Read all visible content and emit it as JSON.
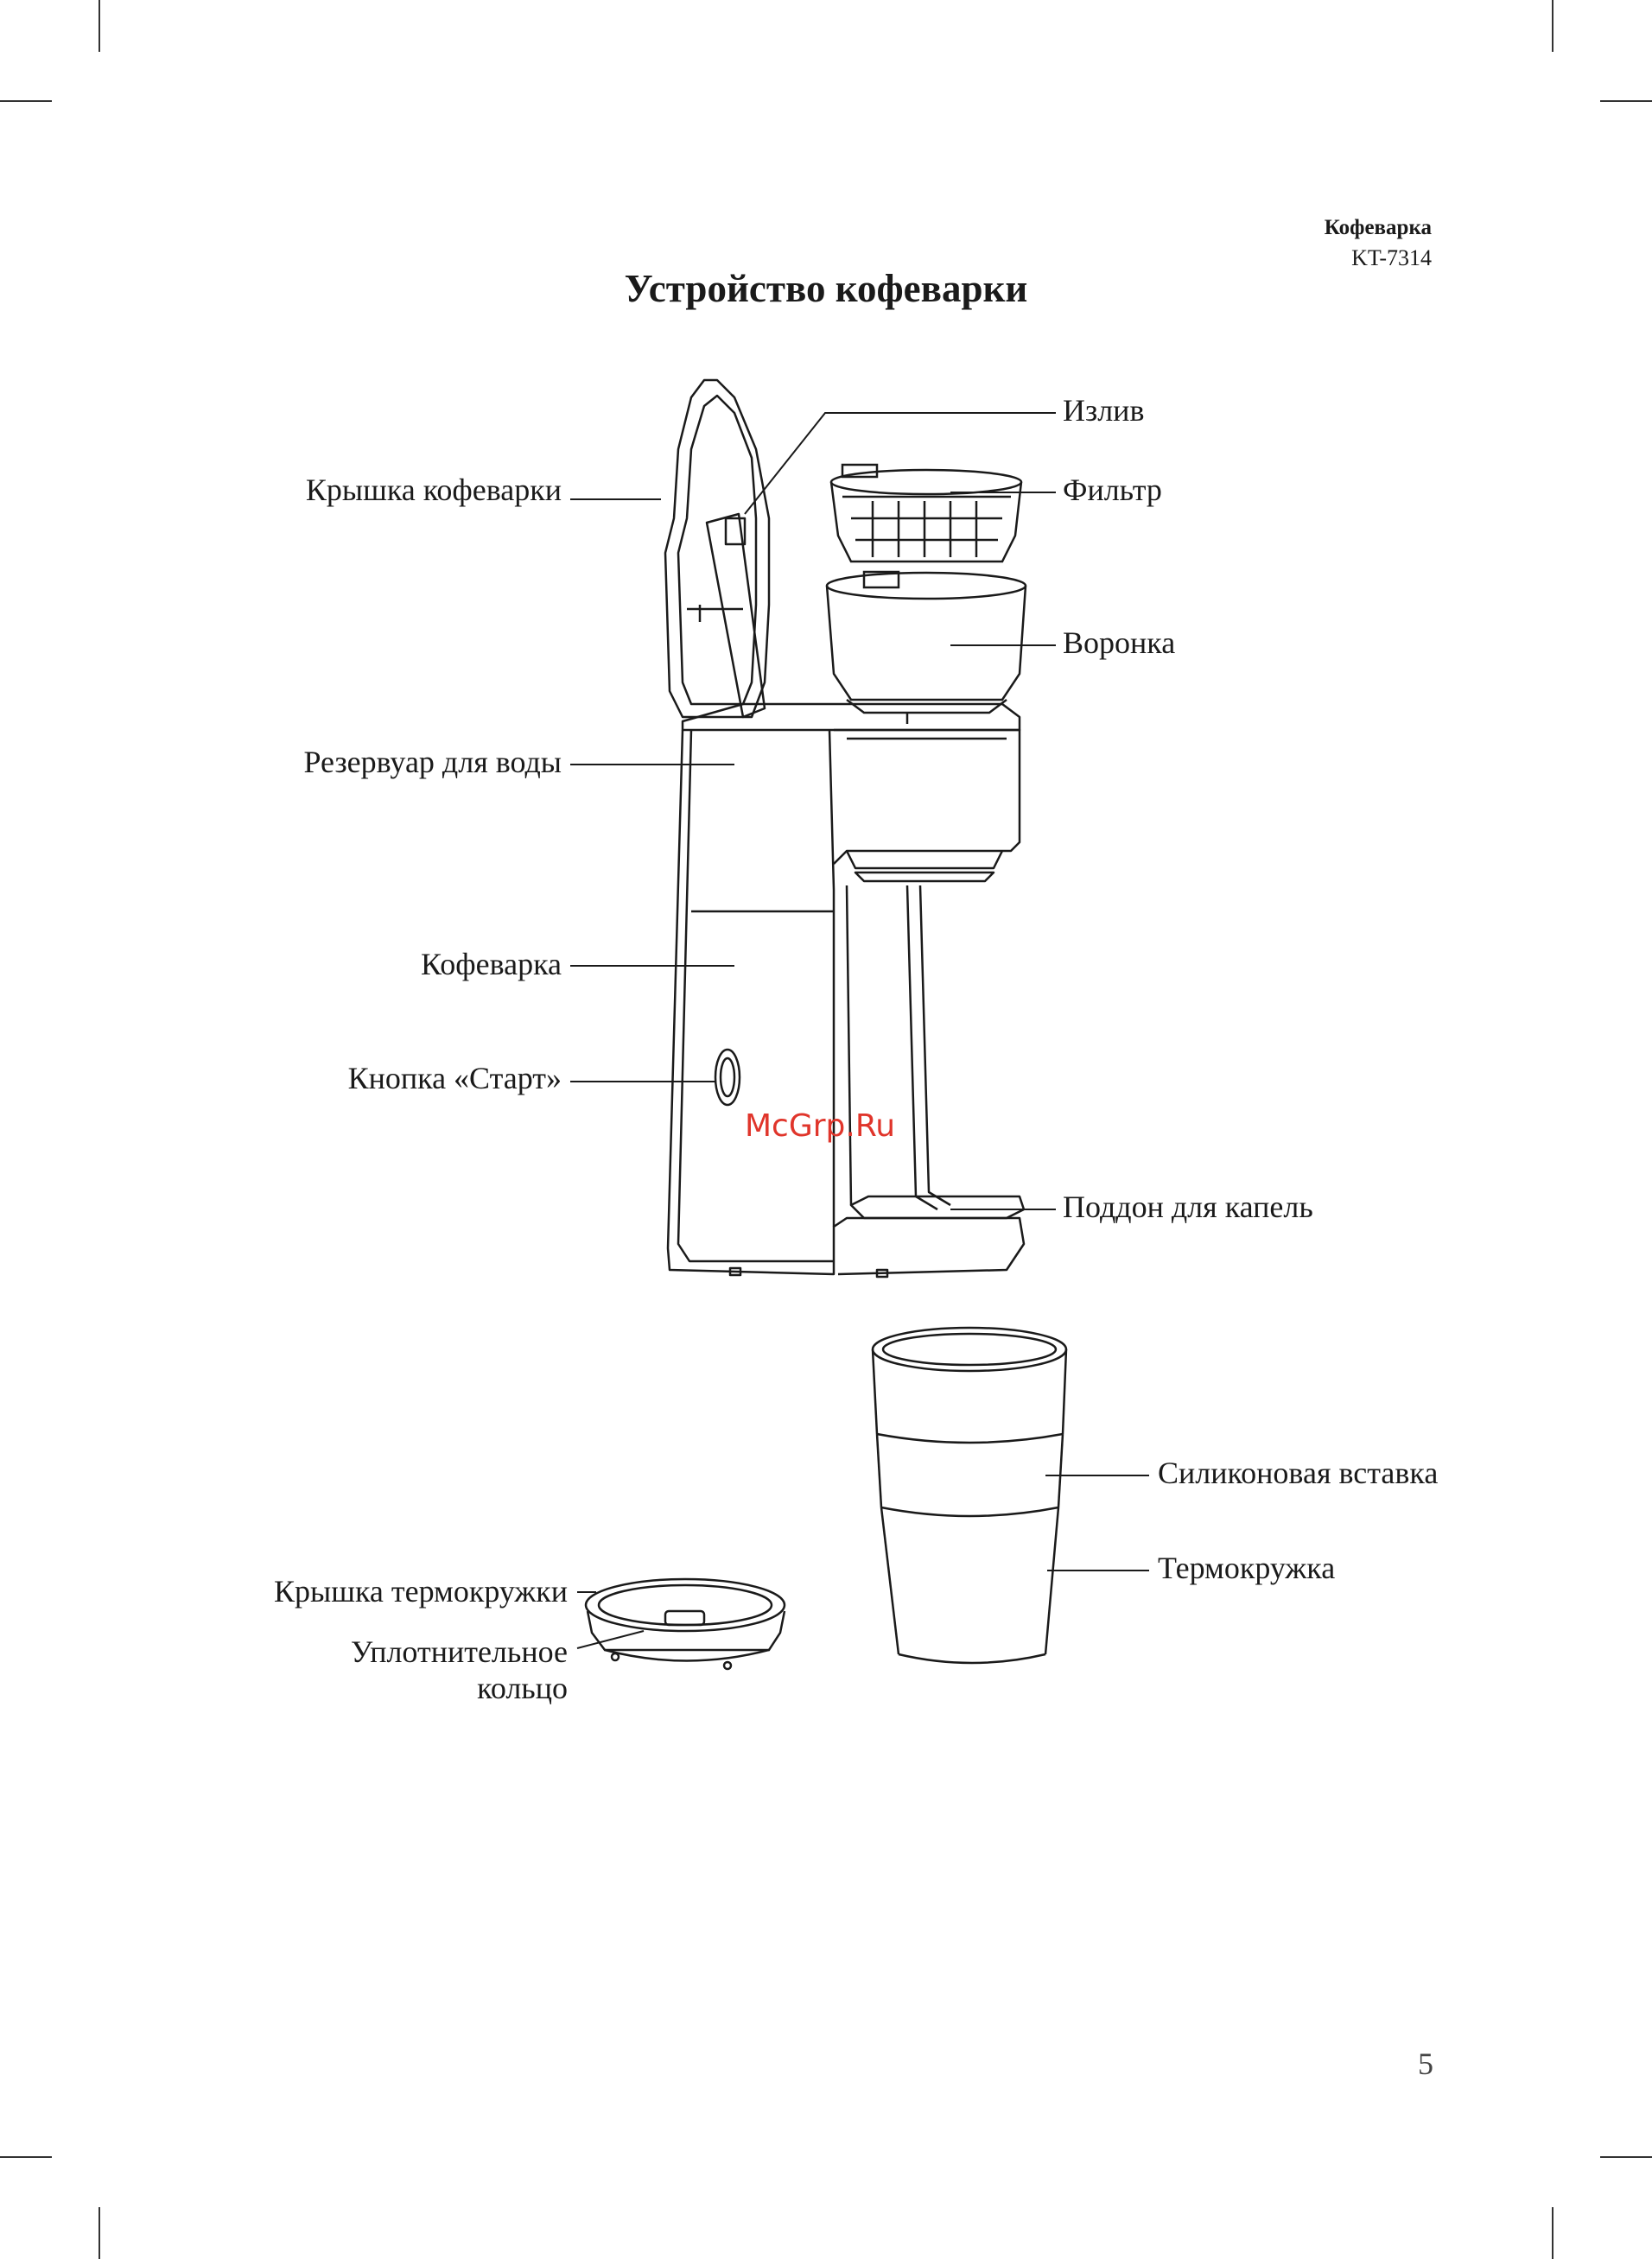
{
  "header": {
    "product": "Кофеварка",
    "model": "KT-7314"
  },
  "title": "Устройство кофеварки",
  "labels": {
    "lid": "Крышка кофеварки",
    "spout": "Излив",
    "filter": "Фильтр",
    "funnel": "Воронка",
    "reservoir": "Резервуар для воды",
    "body": "Кофеварка",
    "start_button": "Кнопка «Старт»",
    "drip_tray": "Поддон для капель",
    "silicone_insert": "Силиконовая вставка",
    "thermo_mug": "Термокружка",
    "mug_lid": "Крышка термокружки",
    "seal_ring_line1": "Уплотнительное",
    "seal_ring_line2": "кольцо"
  },
  "watermark": "McGrp.Ru",
  "page_number": "5"
}
